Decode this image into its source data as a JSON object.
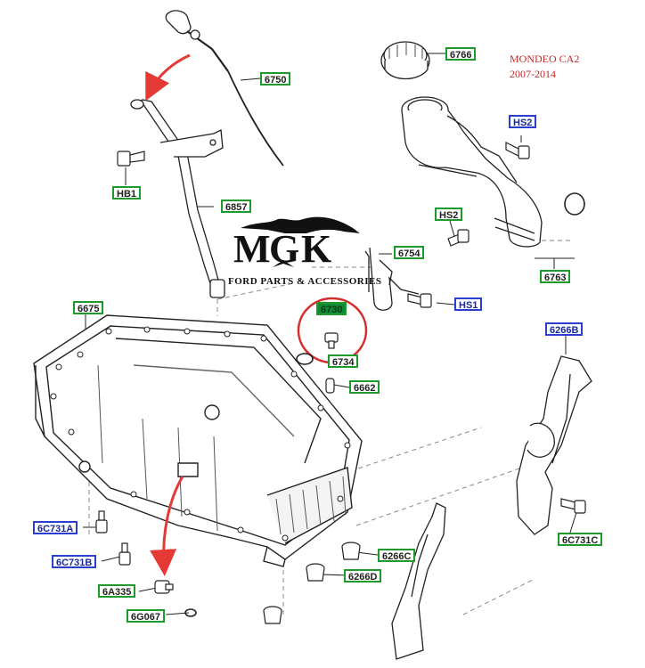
{
  "model": {
    "line1": "MONDEO CA2",
    "line2": "2007-2014"
  },
  "logo": {
    "main": "MGK",
    "sub": "FORD PARTS & ACCESSORIES"
  },
  "callouts": {
    "c6750": "6750",
    "c6766": "6766",
    "chs2a": "HS2",
    "chb1": "HB1",
    "c6857": "6857",
    "chs2b": "HS2",
    "c6754a": "6754",
    "c6763": "6763",
    "chs1": "HS1",
    "c6675": "6675",
    "c6730": "6730",
    "c6734": "6734",
    "c6266b": "6266B",
    "c6662": "6662",
    "c6c731a": "6C731A",
    "c6c731b": "6C731B",
    "c6266c": "6266C",
    "c6c731c": "6C731C",
    "c6a335": "6A335",
    "c6266d": "6266D",
    "c6g067": "6G067"
  },
  "colors": {
    "green_frame": "#1e9a2c",
    "blue_frame": "#2a3fd0",
    "highlight_circle": "#d32f2f",
    "arrow_red": "#e53935"
  }
}
